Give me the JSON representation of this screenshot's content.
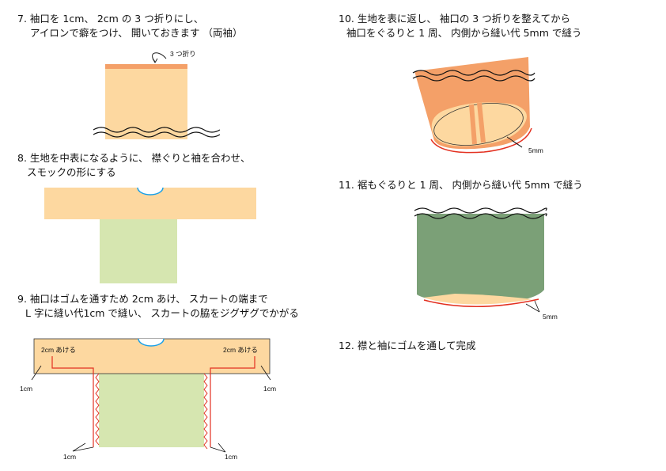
{
  "steps": {
    "s7": {
      "line1": "7. 袖口を 1cm、 2cm の 3 つ折りにし、",
      "line2": "アイロンで癖をつけ、 開いておきます （両袖）"
    },
    "s8": {
      "line1": "8. 生地を中表になるように、 襟ぐりと袖を合わせ、",
      "line2": "スモックの形にする"
    },
    "s9": {
      "line1": "9. 袖口はゴムを通すため 2cm あけ、 スカートの端まで",
      "line2": "L 字に縫い代1cm で縫い、 スカートの脇をジグザグでかがる"
    },
    "s10": {
      "line1": "10. 生地を表に返し、 袖口の 3 つ折りを整えてから",
      "line2": "袖口をぐるりと 1 周、 内側から縫い代 5mm で縫う"
    },
    "s11": {
      "line1": "11. 裾もぐるりと 1 周、 内側から縫い代 5mm で縫う"
    },
    "s12": {
      "line1": "12. 襟と袖にゴムを通して完成"
    }
  },
  "labels": {
    "fold3": "3 つ折り",
    "open2cm": "2cm あける",
    "cm1": "1cm",
    "mm5": "5mm"
  },
  "colors": {
    "peach": "#fdd8a0",
    "orange": "#f4a068",
    "orange_dark": "#e08040",
    "green_light": "#d6e6b0",
    "green_dark": "#7ba077",
    "stitch_red": "#e33020",
    "neck_blue": "#1aa0e8"
  }
}
